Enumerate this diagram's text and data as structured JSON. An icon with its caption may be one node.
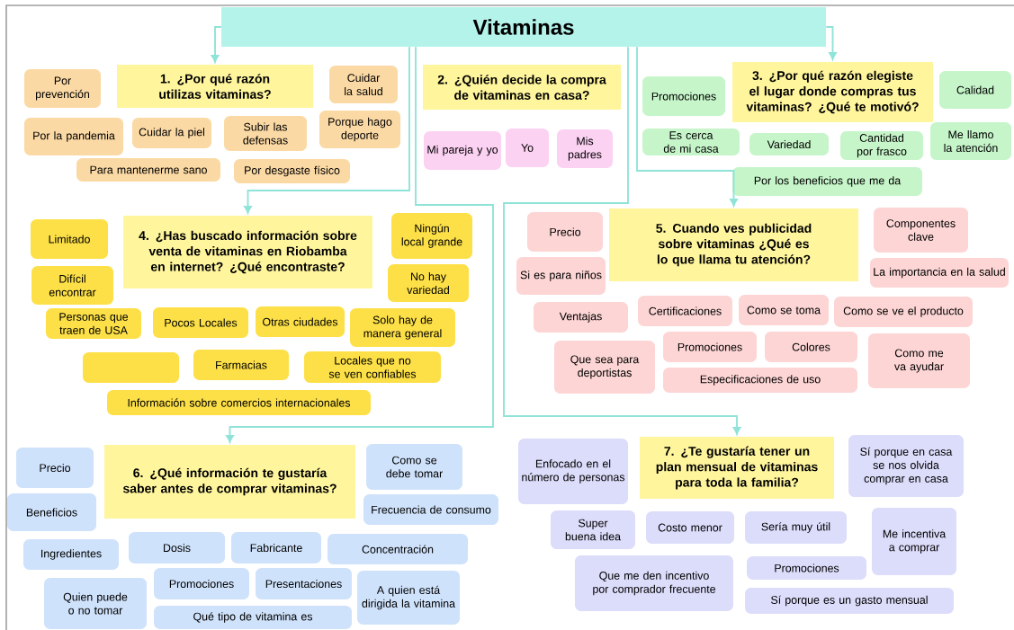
{
  "diagram": {
    "nodes": [
      {
        "text": [
          "Vitaminas"
        ]
      },
      {
        "text": [
          "1. ¿Por qué razón utilizas vitaminas?"
        ]
      },
      {
        "text": [
          "Por prevención"
        ]
      },
      {
        "text": [
          "Cuidar la salud"
        ]
      },
      {
        "text": [
          "Por la pandemia"
        ]
      },
      {
        "text": [
          "Cuidar la piel"
        ]
      },
      {
        "text": [
          "Subir las defensas"
        ]
      },
      {
        "text": [
          "Porque hago deporte"
        ]
      },
      {
        "text": [
          "Para mantenerme sano"
        ]
      },
      {
        "text": [
          "Por desgaste físico"
        ]
      },
      {
        "text": [
          "2. ¿Quién decide la compra de vitaminas en casa?"
        ]
      },
      {
        "text": [
          "Mi pareja y yo"
        ]
      },
      {
        "text": [
          "Yo"
        ]
      },
      {
        "text": [
          "Mis padres"
        ]
      },
      {
        "text": [
          "3. ¿Por qué razón elegiste el lugar donde compras tus vitaminas? ¿Qué te motivó?"
        ]
      },
      {
        "text": [
          "Promociones"
        ]
      },
      {
        "text": [
          "Calidad"
        ]
      },
      {
        "text": [
          "Es cerca de mi casa"
        ]
      },
      {
        "text": [
          "Variedad"
        ]
      },
      {
        "text": [
          "Cantidad por frasco"
        ]
      },
      {
        "text": [
          "Me llamo la atención"
        ]
      },
      {
        "text": [
          "Por los beneficios que me da"
        ]
      },
      {
        "text": [
          "4. ¿Has buscado información sobre venta de vitaminas en Riobamba en internet? ¿Qué encontraste?"
        ]
      },
      {
        "text": [
          "Limitado"
        ]
      },
      {
        "text": [
          "Difícil encontrar"
        ]
      },
      {
        "text": [
          "Ningún local grande"
        ]
      },
      {
        "text": [
          "No hay variedad"
        ]
      },
      {
        "text": [
          "Personas que traen de USA"
        ]
      },
      {
        "text": [
          "Pocos Locales"
        ]
      },
      {
        "text": [
          "Otras ciudades"
        ]
      },
      {
        "text": [
          "Solo hay de manera general"
        ]
      },
      {
        "text": [],
        "shape": "box"
      },
      {
        "text": [
          "Farmacias"
        ]
      },
      {
        "text": [
          "Locales que no se ven confiables"
        ]
      },
      {
        "text": [
          "Información sobre comercios internacionales"
        ]
      },
      {
        "text": [
          "5. Cuando ves publicidad sobre vitaminas ¿Qué es lo que llama tu atención?"
        ]
      },
      {
        "text": [
          "Precio"
        ]
      },
      {
        "text": [
          "Si es para niños"
        ]
      },
      {
        "text": [
          "Componentes clave"
        ]
      },
      {
        "text": [
          "La importancia en la salud"
        ]
      },
      {
        "text": [
          "Ventajas"
        ]
      },
      {
        "text": [
          "Certificaciones"
        ]
      },
      {
        "text": [
          "Como se toma"
        ]
      },
      {
        "text": [
          "Como se ve el producto"
        ]
      },
      {
        "text": [
          "Que sea para deportistas"
        ]
      },
      {
        "text": [
          "Promociones"
        ]
      },
      {
        "text": [
          "Colores"
        ]
      },
      {
        "text": [
          "Como me va ayudar"
        ]
      },
      {
        "text": [
          "Especificaciones de uso"
        ]
      },
      {
        "text": [
          "6. ¿Qué información te gustaría saber antes de comprar vitaminas?"
        ]
      },
      {
        "text": [
          "Precio"
        ]
      },
      {
        "text": [
          "Beneficios"
        ]
      },
      {
        "text": [
          "Como se debe tomar"
        ]
      },
      {
        "text": [
          "Frecuencia de consumo"
        ]
      },
      {
        "text": [
          "Ingredientes"
        ]
      },
      {
        "text": [
          "Dosis"
        ]
      },
      {
        "text": [
          "Fabricante"
        ]
      },
      {
        "text": [
          "Concentración"
        ]
      },
      {
        "text": [
          "Quien puede o no tomar"
        ]
      },
      {
        "text": [
          "Promociones"
        ]
      },
      {
        "text": [
          "Presentaciones"
        ]
      },
      {
        "text": [
          "Qué tipo de vitamina es"
        ]
      },
      {
        "text": [
          "A quien está dirigida la vitamina"
        ]
      },
      {
        "text": [
          "7. ¿Te gustaría tener un plan mensual de vitaminas para toda la familia?"
        ]
      },
      {
        "text": [
          "Enfocado en el número de personas"
        ]
      },
      {
        "text": [
          "Sí porque en casa se nos olvida comprar en casa"
        ]
      },
      {
        "text": [
          "Super buena idea"
        ]
      },
      {
        "text": [
          "Costo menor"
        ]
      },
      {
        "text": [
          "Sería muy útil"
        ]
      },
      {
        "text": [
          "Me incentiva a comprar"
        ]
      },
      {
        "text": [
          "Que me den incentivo por comprador frecuente"
        ]
      },
      {
        "text": [
          "Promociones"
        ]
      },
      {
        "text": [
          "Sí porque es un gasto mensual"
        ]
      }
    ],
    "edges": [
      {
        "from": 0,
        "to": 1,
        "arrow": "to"
      },
      {
        "from": 0,
        "to": 14,
        "arrow": "to"
      },
      {
        "from": 0,
        "to": 22,
        "arrow": "to"
      },
      {
        "from": 0,
        "to": 35,
        "arrow": "to"
      },
      {
        "from": 0,
        "to": 49,
        "arrow": "to"
      },
      {
        "from": 0,
        "to": 63,
        "arrow": "to"
      }
    ]
  }
}
